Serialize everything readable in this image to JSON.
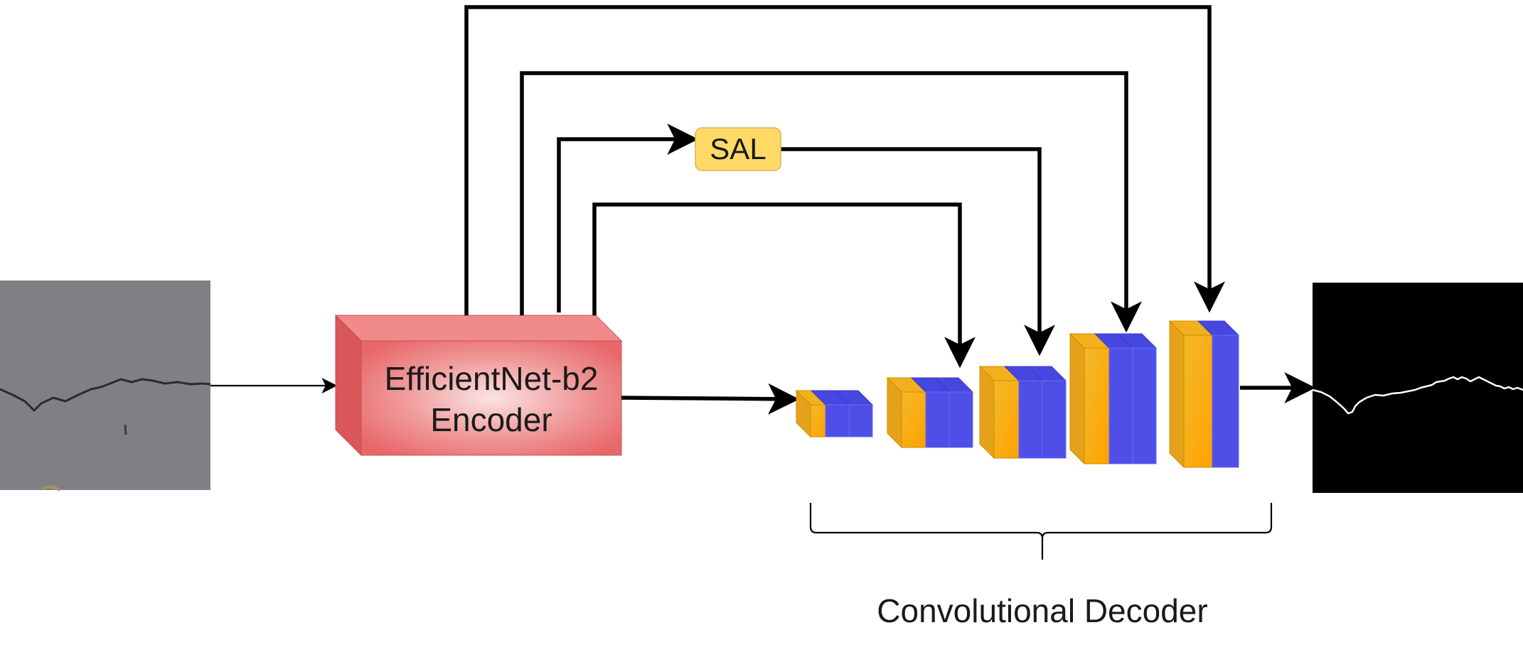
{
  "encoder": {
    "line1": "EfficientNet-b2",
    "line2": "Encoder"
  },
  "sal": {
    "label": "SAL"
  },
  "decoder": {
    "label": "Convolutional Decoder",
    "block_count": 5
  },
  "colors": {
    "encoder_fill": "#e8696b",
    "encoder_center": "#fbe0e0",
    "sal_fill": "#ffd966",
    "decoder_orange": "#ffa500",
    "decoder_blue": "#4f4fe8",
    "input_bg": "#7b7c7e",
    "output_bg": "#000000",
    "arrow": "#000000"
  },
  "images": {
    "input": "road-crack-photo",
    "output": "crack-segmentation-mask"
  }
}
